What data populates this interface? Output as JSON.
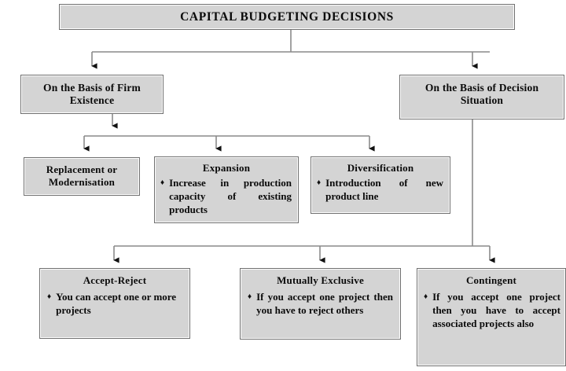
{
  "diagram": {
    "type": "flowchart",
    "title": "Capital Budgeting Decisions classification tree",
    "bullet_glyph": "♦",
    "colors": {
      "box_fill": "#d4d4d4",
      "box_border": "#6f6f6f",
      "text": "#0a0a0a",
      "connector": "#8a8a8a",
      "arrow_head": "#111111",
      "background": "#ffffff"
    },
    "root": {
      "label": "CAPITAL BUDGETING DECISIONS"
    },
    "level2": [
      {
        "label": "On the Basis of Firm Existence"
      },
      {
        "label": "On the Basis of Decision Situation"
      }
    ],
    "firm_existence_children": [
      {
        "title": "Replacement or Modernisation",
        "bullet": ""
      },
      {
        "title": "Expansion",
        "bullet": "Increase in production capacity of existing products"
      },
      {
        "title": "Diversification",
        "bullet": "Introduction of new product line"
      }
    ],
    "decision_situation_children": [
      {
        "title": "Accept-Reject",
        "bullet": "You can accept one or more projects"
      },
      {
        "title": "Mutually Exclusive",
        "bullet": "If you accept one project then you have to reject others"
      },
      {
        "title": "Contingent",
        "bullet": "If you accept one project then you have to accept associated projects also"
      }
    ]
  }
}
